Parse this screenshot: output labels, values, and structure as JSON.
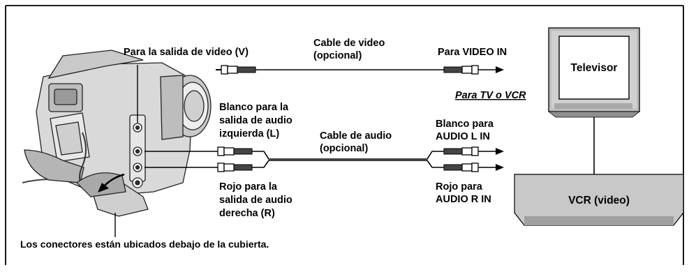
{
  "labels": {
    "video_out": "Para la salida de video (V)",
    "video_cable_1": "Cable de video",
    "video_cable_2": "(opcional)",
    "video_in": "Para VIDEO IN",
    "tv_or_vcr": "Para TV o VCR",
    "white_1": "Blanco para la",
    "white_2": "salida de audio",
    "white_3": "izquierda (L)",
    "audio_cable_1": "Cable de audio",
    "audio_cable_2": "(opcional)",
    "audio_l_in_1": "Blanco para",
    "audio_l_in_2": "AUDIO L IN",
    "red_1": "Rojo para la",
    "red_2": "salida de audio",
    "red_3": "derecha (R)",
    "audio_r_in_1": "Rojo para",
    "audio_r_in_2": "AUDIO R IN",
    "tv": "Televisor",
    "vcr": "VCR (video)",
    "footer": "Los conectores están ubicados debajo de la cubierta."
  }
}
